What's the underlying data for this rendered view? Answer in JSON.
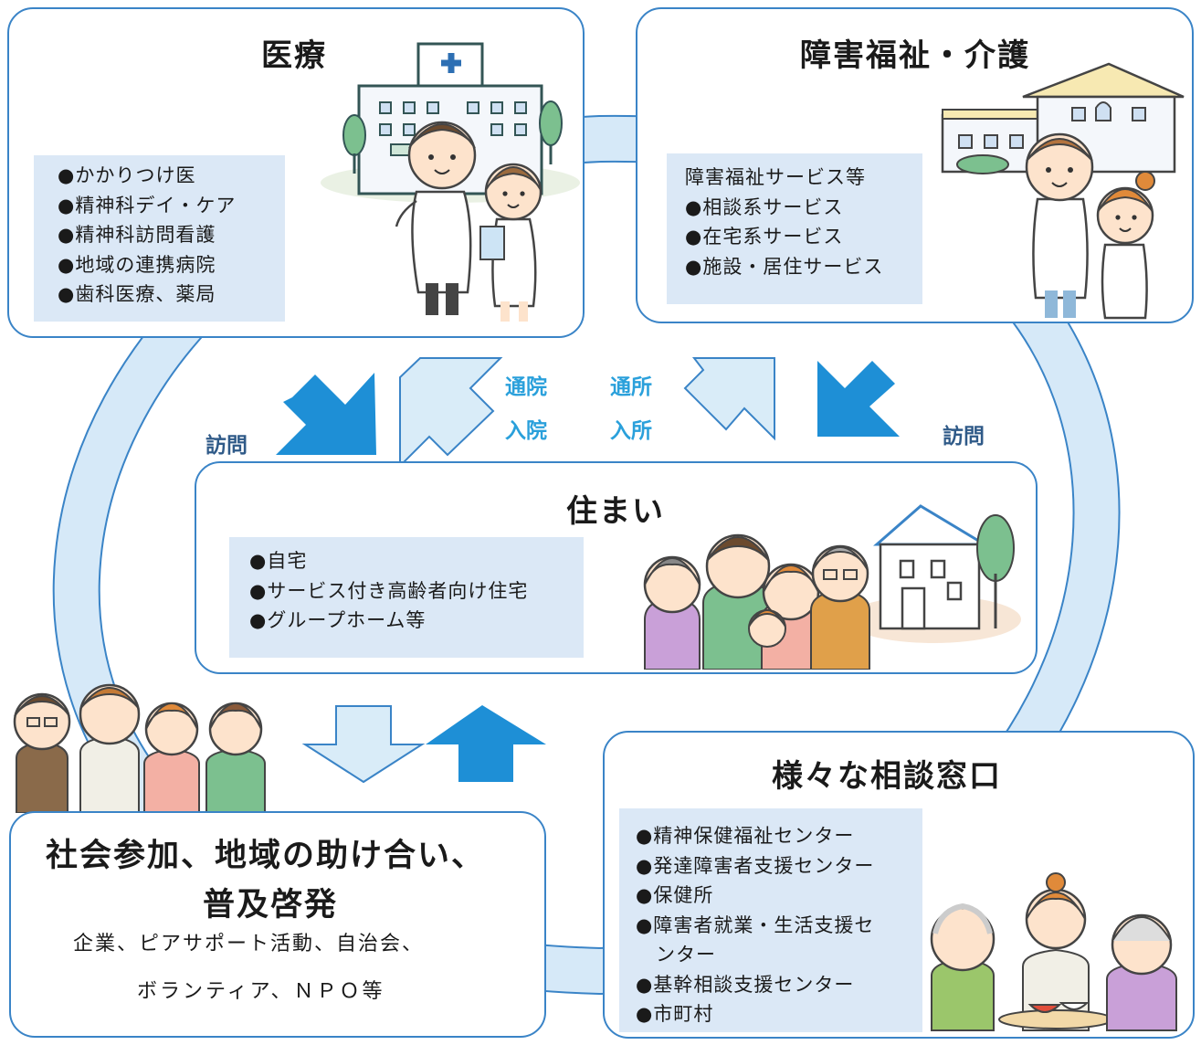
{
  "medical": {
    "title": "医療",
    "items": [
      "●かかりつけ医",
      "●精神科デイ・ケア",
      "●精神科訪問看護",
      "●地域の連携病院",
      "●歯科医療、薬局"
    ]
  },
  "welfare": {
    "title": "障害福祉・介護",
    "heading": "障害福祉サービス等",
    "items": [
      "●相談系サービス",
      "●在宅系サービス",
      "●施設・居住サービス"
    ]
  },
  "housing": {
    "title": "住まい",
    "items": [
      "●自宅",
      "●サービス付き高齢者向け住宅",
      "●グループホーム等"
    ]
  },
  "consult": {
    "title": "様々な相談窓口",
    "items": [
      "●精神保健福祉センター",
      "●発達障害者支援センター",
      "●保健所",
      "●障害者就業・生活支援セ",
      "　ンター",
      "●基幹相談支援センター",
      "●市町村"
    ]
  },
  "social": {
    "title_line1": "社会参加、地域の助け合い、",
    "title_line2": "普及啓発",
    "desc_line1": "企業、ピアサポート活動、自治会、",
    "desc_line2": "ボランティア、ＮＰＯ等"
  },
  "labels": {
    "visit_left": "訪問",
    "visit_right": "訪問",
    "outpatient": "通院",
    "hospitalization": "入院",
    "day_use": "通所",
    "admission": "入所"
  },
  "colors": {
    "ring": "#d6e9f8",
    "ring_border": "#3a84c7",
    "arrow_dark": "#1e8fd6",
    "arrow_light": "#d9ecf8",
    "infobox": "#dbe8f6"
  }
}
